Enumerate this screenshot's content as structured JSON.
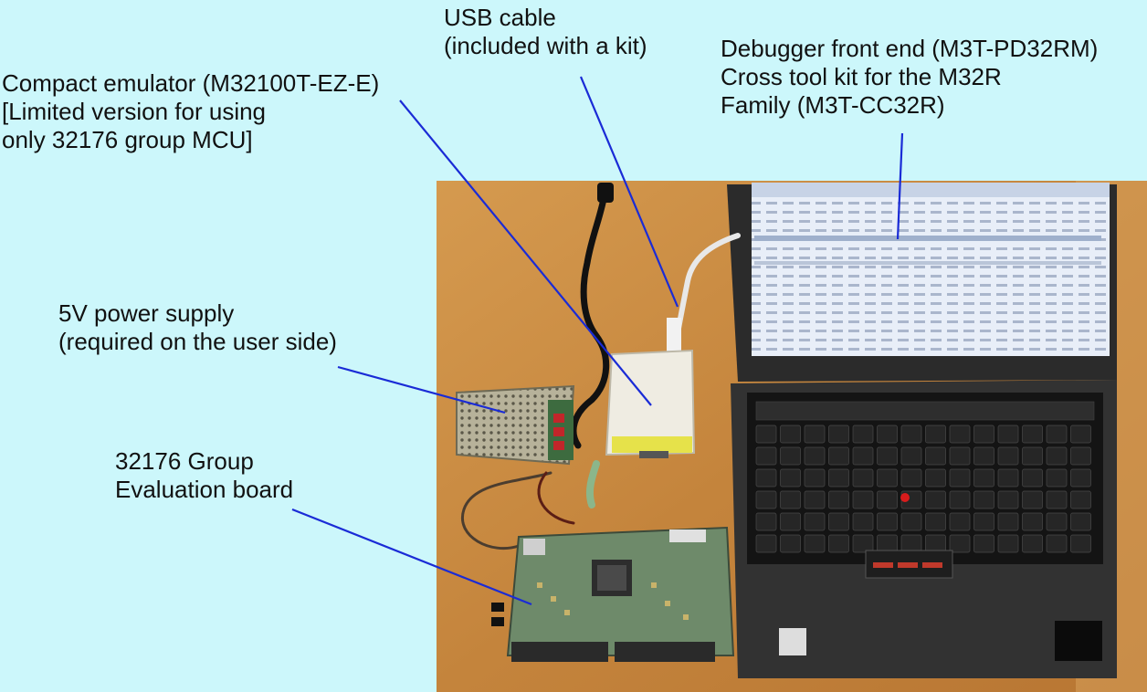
{
  "labels": {
    "usb_cable": {
      "line1": "USB cable",
      "line2": "(included with a kit)"
    },
    "debugger": {
      "line1": "Debugger front end (M3T-PD32RM)",
      "line2": "Cross tool kit for the M32R",
      "line3": "Family (M3T-CC32R)"
    },
    "emulator": {
      "line1": "Compact emulator (M32100T-EZ-E)",
      "line2": "[Limited version for using",
      "line3": "only 32176 group MCU]"
    },
    "power_supply": {
      "line1": "5V power supply",
      "line2": "(required on the user side)"
    },
    "eval_board": {
      "line1": "32176 Group",
      "line2": "Evaluation board"
    }
  },
  "colors": {
    "background": "#ccf7fb",
    "leader_line": "#1a2bd6",
    "table_wood": "#c9893f",
    "laptop_body": "#2a2a2a"
  }
}
